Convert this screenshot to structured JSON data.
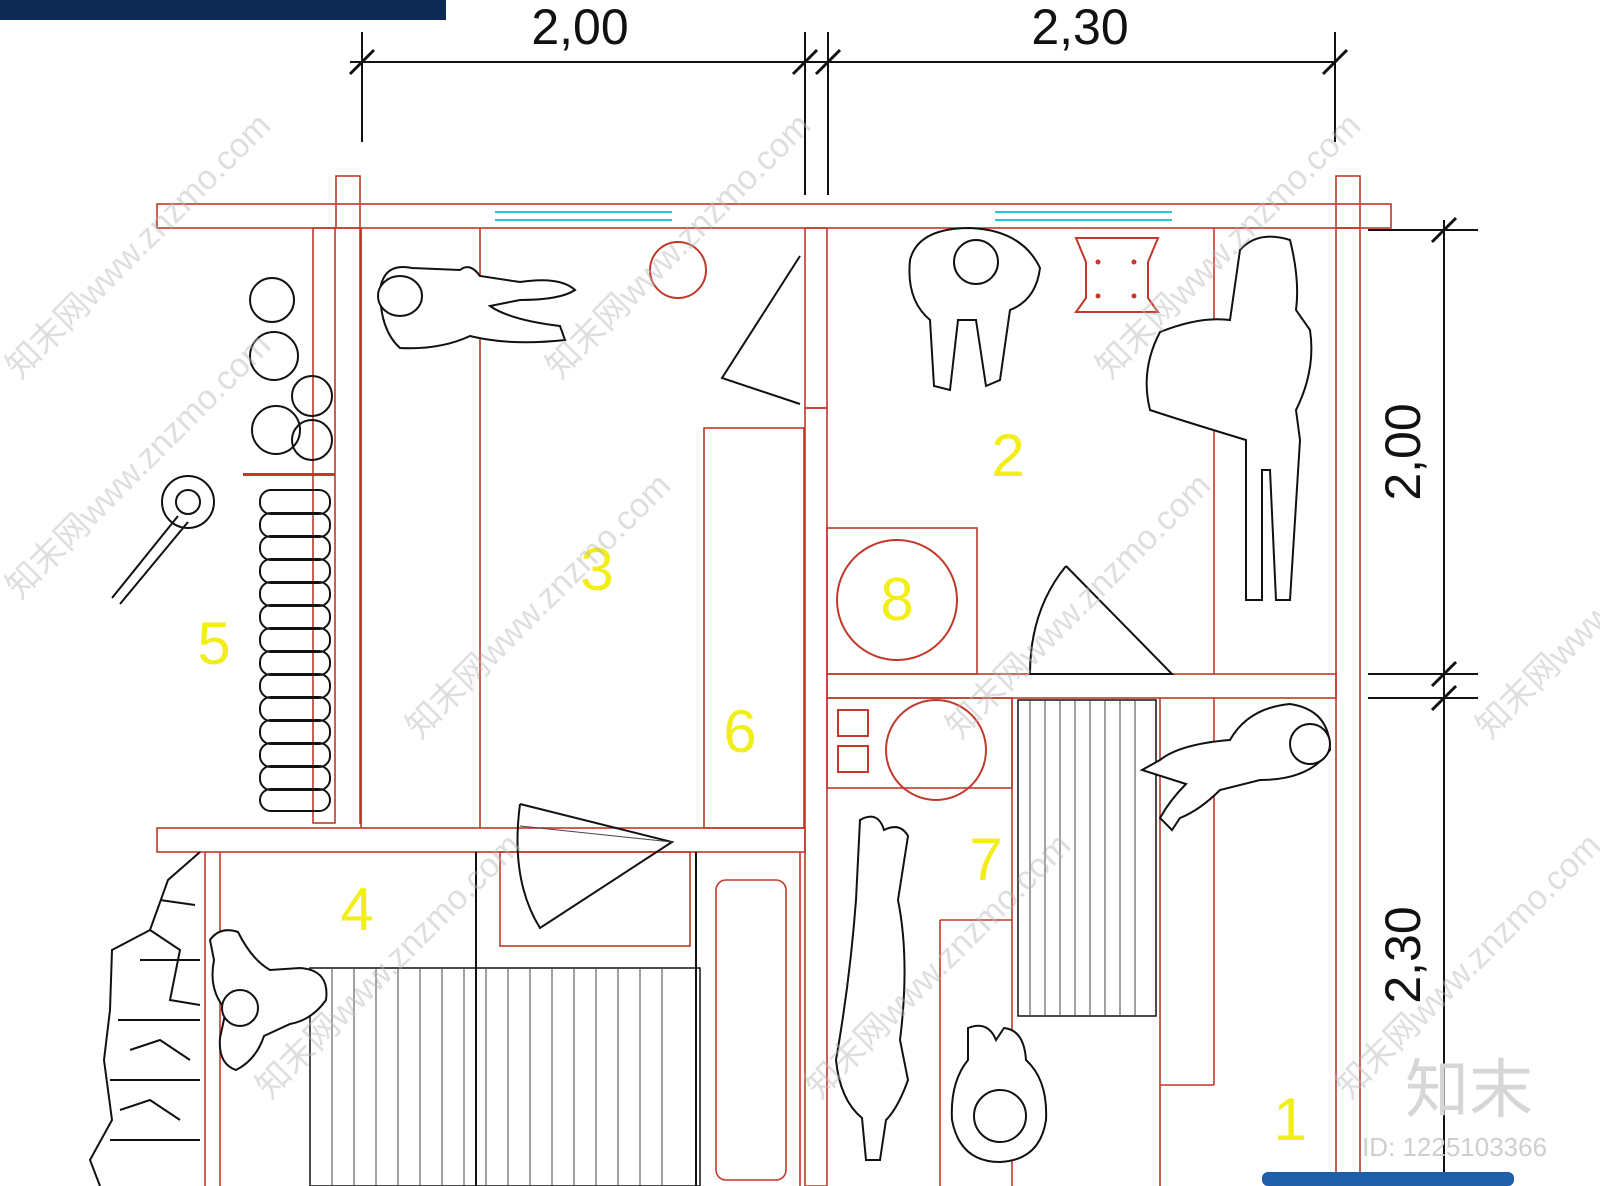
{
  "dimensions": {
    "top_left": "2,00",
    "top_right": "2,30",
    "right_upper": "2,00",
    "right_lower": "2,30"
  },
  "rooms": {
    "r1": "1",
    "r2": "2",
    "r3": "3",
    "r4": "4",
    "r5": "5",
    "r6": "6",
    "r7": "7",
    "r8": "8"
  },
  "watermark": {
    "text": "知末网www.znzmo.com",
    "brand": "知末",
    "id_label": "ID: 1225103366"
  },
  "colors": {
    "wall": "#c0392b",
    "room_number": "#f2ee1a",
    "header_bar": "#0d2a55",
    "glass": "#27c6d8"
  }
}
